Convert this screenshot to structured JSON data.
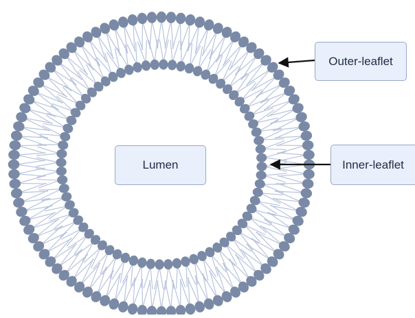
{
  "diagram": {
    "labels": {
      "lumen": "Lumen",
      "outer_leaflet": "Outer-leaflet",
      "inner_leaflet": "Inner-leaflet"
    },
    "colors": {
      "lipid_head": "#7a8aa6",
      "lipid_tail": "#b7c3dc",
      "label_fill": "#e9effb",
      "label_border": "#98a6c8",
      "arrow": "#111111",
      "text": "#1f2a44"
    },
    "outer_leaflet_lipid_count": 96,
    "inner_leaflet_lipid_count": 72
  }
}
